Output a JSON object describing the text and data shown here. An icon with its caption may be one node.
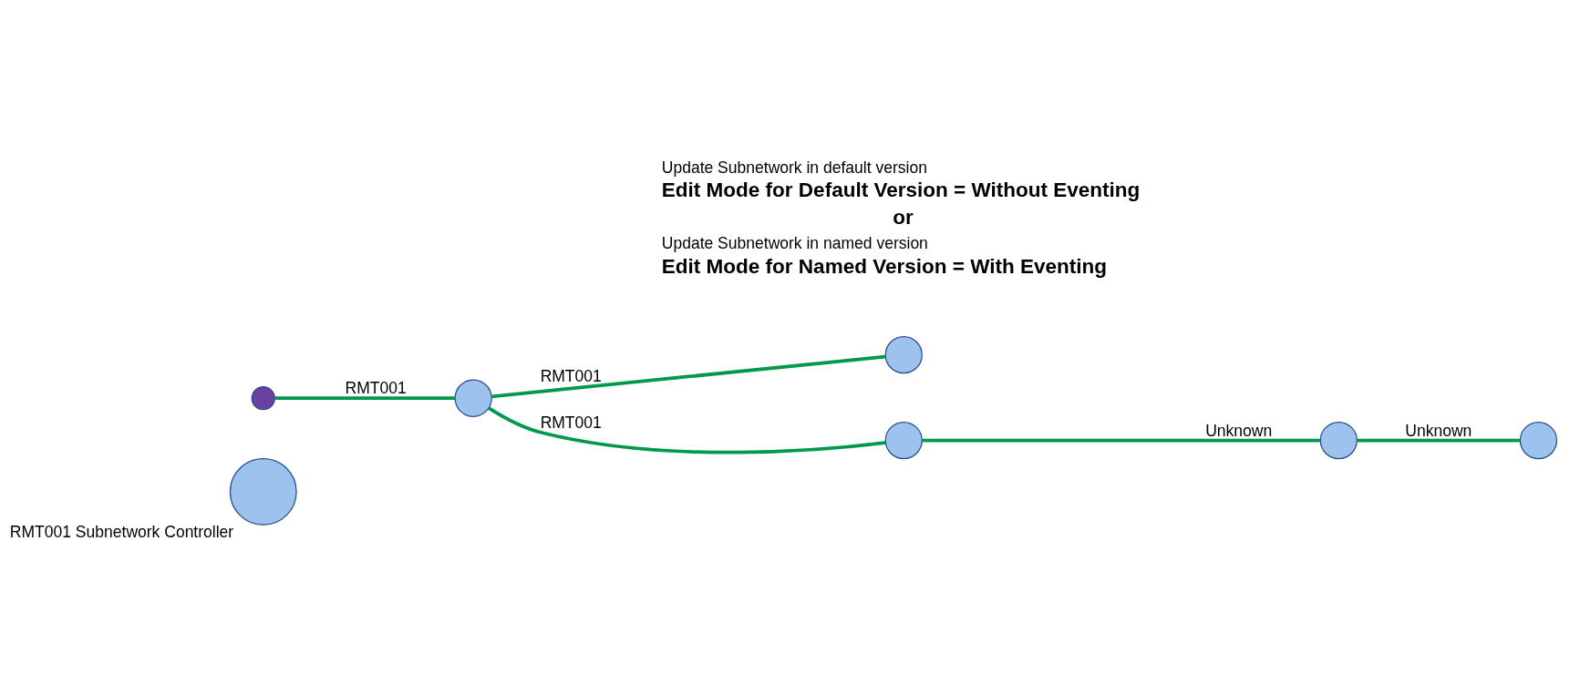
{
  "diagram": {
    "nodes": [
      {
        "text": [
          "RMT001 Subnetwork Controller"
        ]
      },
      {
        "text": [],
        "shape": "circle"
      },
      {
        "text": [],
        "shape": "circle"
      },
      {
        "text": [],
        "shape": "circle"
      },
      {
        "text": [],
        "shape": "circle"
      },
      {
        "text": [],
        "shape": "circle"
      },
      {
        "text": [],
        "shape": "circle"
      }
    ],
    "edges": [
      {
        "from": 1,
        "to": 2,
        "arrow": "none",
        "label": "RMT001"
      },
      {
        "from": 2,
        "to": 4,
        "arrow": "none",
        "label": "RMT001"
      },
      {
        "from": 2,
        "to": 3,
        "arrow": "none",
        "label": "RMT001"
      },
      {
        "from": 4,
        "to": 5,
        "arrow": "none",
        "label": "Unknown"
      },
      {
        "from": 5,
        "to": 6,
        "arrow": "none",
        "label": "Unknown"
      }
    ],
    "labels": [
      "Update Subnetwork in default version",
      "Edit Mode for Default Version = Without Eventing",
      "or",
      "Update Subnetwork in named version",
      "Edit Mode for Named Version = With Eventing"
    ]
  }
}
